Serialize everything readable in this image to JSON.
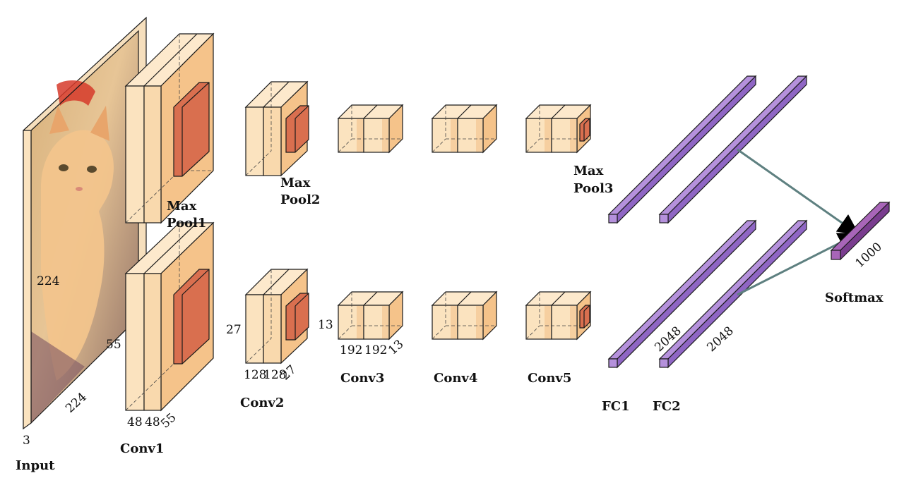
{
  "colors": {
    "block_front": "#fbe3bf",
    "block_stripe": "#f5c998",
    "block_side": "#f5c38a",
    "block_top": "#fde9cc",
    "kernel": "#d96f4f",
    "kernel_side": "#c65b3c",
    "fc": "#b591dc",
    "fc_dark": "#8f66c4",
    "softmax": "#7a3d8f",
    "softmax_light": "#a865b8",
    "arrow": "#5e8080"
  },
  "layers": {
    "input": {
      "label": "Input",
      "dim_h": "224",
      "dim_w": "224",
      "dim_c": "3",
      "image": "kitten-photo"
    },
    "conv1": {
      "label": "Conv1",
      "dim_hw": "55",
      "dim_c1": "48",
      "dim_c2": "48",
      "dim_d": "55"
    },
    "pool1": {
      "label_line1": "Max",
      "label_line2": "Pool1"
    },
    "conv2": {
      "label": "Conv2",
      "dim_hw": "27",
      "dim_c1": "128",
      "dim_c2": "128",
      "dim_d": "27"
    },
    "pool2": {
      "label_line1": "Max",
      "label_line2": "Pool2"
    },
    "conv3": {
      "label": "Conv3",
      "dim_hw": "13",
      "dim_c1": "192",
      "dim_c2": "192",
      "dim_d": "13"
    },
    "conv4": {
      "label": "Conv4"
    },
    "conv5": {
      "label": "Conv5"
    },
    "pool3": {
      "label_line1": "Max",
      "label_line2": "Pool3"
    },
    "fc1": {
      "label": "FC1",
      "dim": "2048"
    },
    "fc2": {
      "label": "FC2",
      "dim": "2048"
    },
    "softmax": {
      "label": "Softmax",
      "dim": "1000"
    }
  }
}
